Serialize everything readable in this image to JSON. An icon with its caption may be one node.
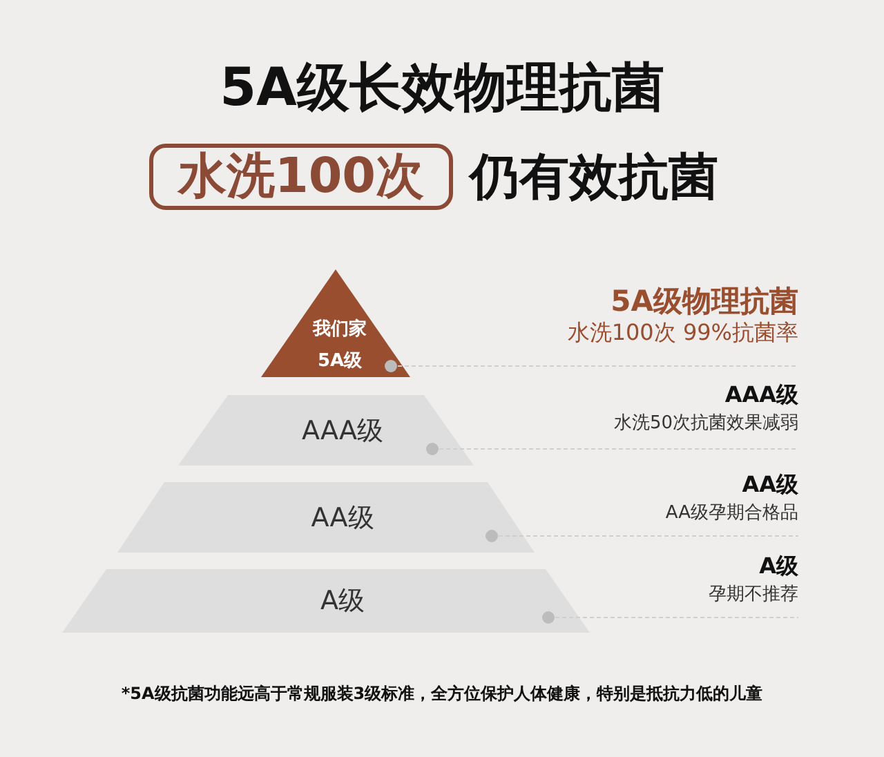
{
  "diagram": {
    "title": "5A级长效物理抗菌",
    "caption": "*5A级抗菌功能远高于常规服装3级标准，全方位保护人体健康，特别是抵抗力低的儿童",
    "nodes": [
      {
        "text": [
          "水洗100次"
        ]
      },
      {
        "text": [
          "我们家",
          "5A级"
        ]
      },
      {
        "text": [
          "AAA级"
        ]
      },
      {
        "text": [
          "AA级"
        ]
      },
      {
        "text": [
          "A级"
        ]
      },
      {
        "text": [
          "5A级物理抗菌",
          "水洗100次 99%抗菌率"
        ]
      },
      {
        "text": [
          "AAA级",
          "水洗50次抗菌效果减弱"
        ]
      },
      {
        "text": [
          "AA级",
          "AA级孕期合格品"
        ]
      },
      {
        "text": [
          "A级",
          "孕期不推荐"
        ]
      }
    ],
    "edges": [
      {
        "from": 1,
        "to": 5,
        "arrow": "other",
        "style": "dashed"
      },
      {
        "from": 2,
        "to": 6,
        "arrow": "other",
        "style": "dashed"
      },
      {
        "from": 3,
        "to": 7,
        "arrow": "other",
        "style": "dashed"
      },
      {
        "from": 4,
        "to": 8,
        "arrow": "other",
        "style": "dashed"
      }
    ],
    "labels": [
      "仍有效抗菌"
    ]
  }
}
